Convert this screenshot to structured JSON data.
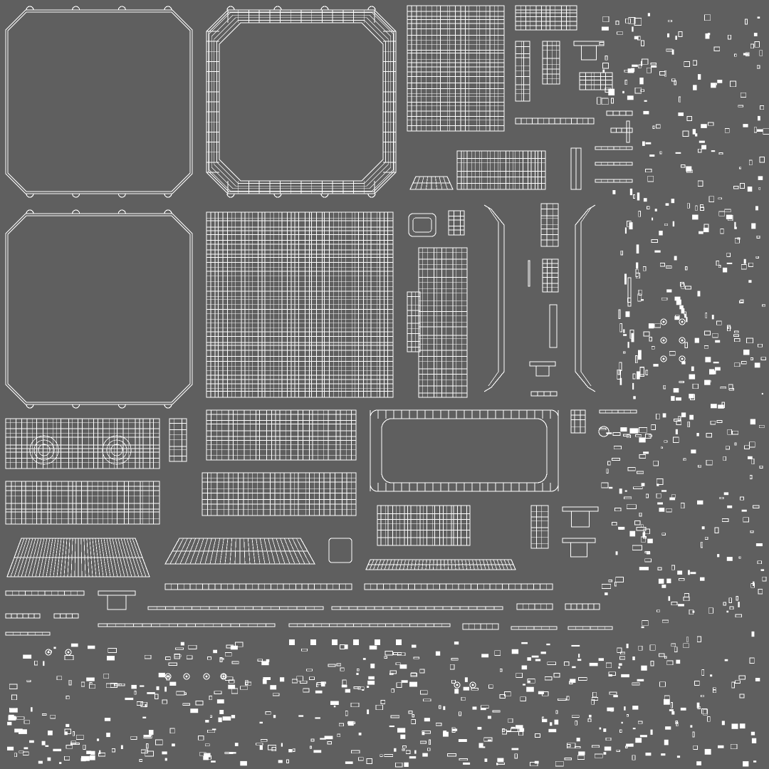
{
  "canvas": {
    "background": "#5f5f5f",
    "wire_color": "#ffffff"
  },
  "islands": {
    "panel_frame_plain": "panel-frame-plain",
    "panel_frame_beveled": "panel-frame-beveled",
    "grid_body": "grid-body",
    "misc": "misc-pieces"
  }
}
